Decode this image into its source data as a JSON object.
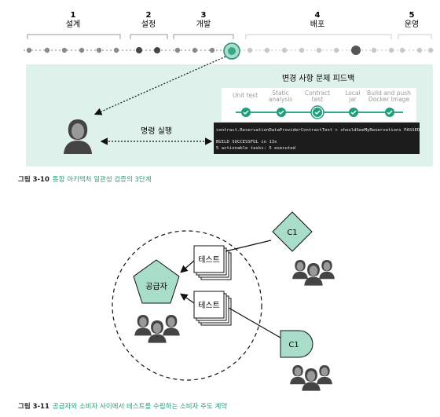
{
  "phases": [
    {
      "num": "1",
      "name": "설계"
    },
    {
      "num": "2",
      "name": "설정"
    },
    {
      "num": "3",
      "name": "개발"
    },
    {
      "num": "4",
      "name": "배포"
    },
    {
      "num": "5",
      "name": "운영"
    }
  ],
  "feedback_title": "변경 사항 문제 피드백",
  "pipeline_steps": [
    "Unit test",
    "Static analysis",
    "Contract test",
    "Local jar",
    "Build and push Docker Image"
  ],
  "run_label": "명령 실행",
  "terminal": {
    "line1": "contract.ReservationDataProviderContractTest > shouldSeeMyReservations PASSED",
    "line2": "BUILD SUCCESSFUL in 13s",
    "line3": "5 actionable tasks: 5 executed"
  },
  "caption1": {
    "prefix": "그림 3-10",
    "text": "통합 아키텍처 일관성 검증의 3단계"
  },
  "provider_label": "공급자",
  "test_label": "테스트",
  "consumer_label": "C1",
  "caption2": {
    "prefix": "그림 3-11",
    "text": "공급자와 소비자 사이에서 테스트를 수립하는 소비자 주도 계약"
  },
  "colors": {
    "panel": "#def1ea",
    "accent": "#35a98b",
    "check": "#1f9e7b",
    "caption_accent": "#2a9c7e",
    "dot": "#8a8a8a"
  }
}
